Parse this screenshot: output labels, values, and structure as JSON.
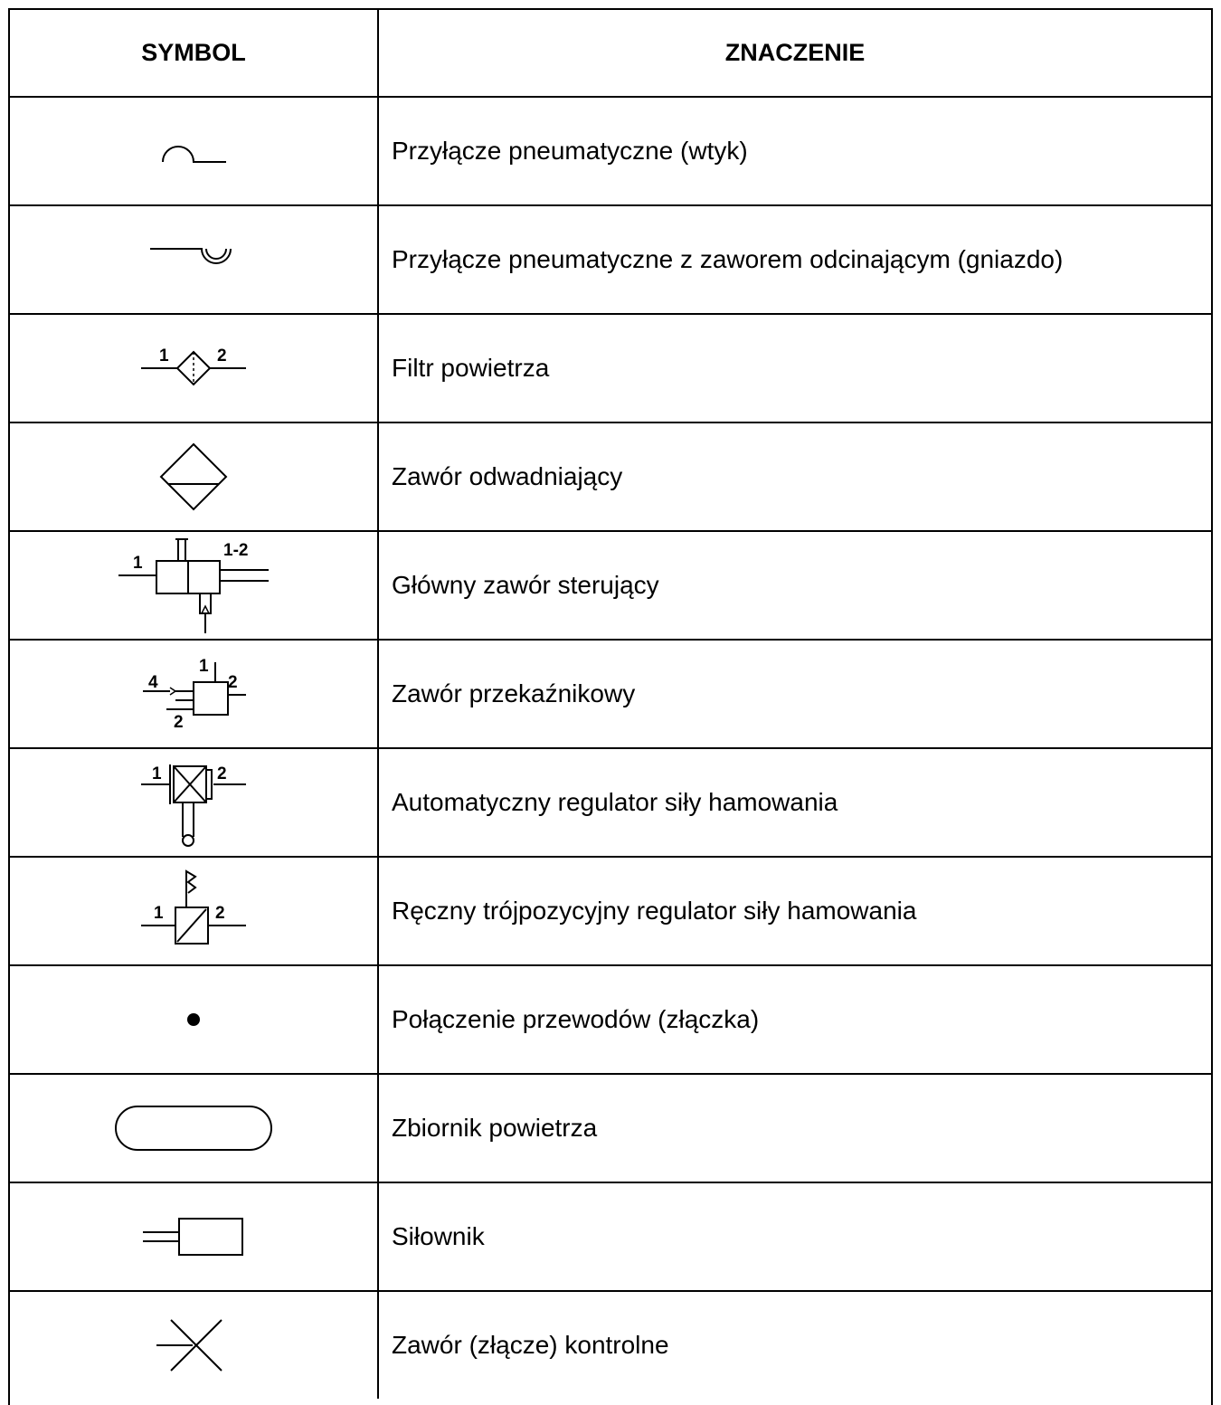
{
  "header": {
    "symbol": "SYMBOL",
    "meaning": "ZNACZENIE"
  },
  "rows": [
    {
      "icon": "plug-connector-icon",
      "label": "Przyłącze pneumatyczne (wtyk)"
    },
    {
      "icon": "socket-connector-icon",
      "label": "Przyłącze pneumatyczne z zaworem odcinającym (gniazdo)"
    },
    {
      "icon": "air-filter-icon",
      "label": "Filtr powietrza",
      "ports": [
        "1",
        "2"
      ]
    },
    {
      "icon": "drain-valve-icon",
      "label": "Zawór odwadniający"
    },
    {
      "icon": "main-control-valve-icon",
      "label": "Główny zawór sterujący",
      "ports": [
        "1",
        "1-2"
      ]
    },
    {
      "icon": "relay-valve-icon",
      "label": "Zawór przekaźnikowy",
      "ports": [
        "4",
        "1",
        "2",
        "2"
      ]
    },
    {
      "icon": "auto-brake-regulator-icon",
      "label": "Automatyczny regulator siły hamowania",
      "ports": [
        "1",
        "2"
      ]
    },
    {
      "icon": "manual-brake-regulator-icon",
      "label": "Ręczny trójpozycyjny regulator siły hamowania",
      "ports": [
        "1",
        "2"
      ]
    },
    {
      "icon": "pipe-junction-icon",
      "label": "Połączenie przewodów (złączka)"
    },
    {
      "icon": "air-reservoir-icon",
      "label": "Zbiornik powietrza"
    },
    {
      "icon": "actuator-icon",
      "label": "Siłownik"
    },
    {
      "icon": "test-valve-icon",
      "label": "Zawór (złącze) kontrolne"
    }
  ]
}
